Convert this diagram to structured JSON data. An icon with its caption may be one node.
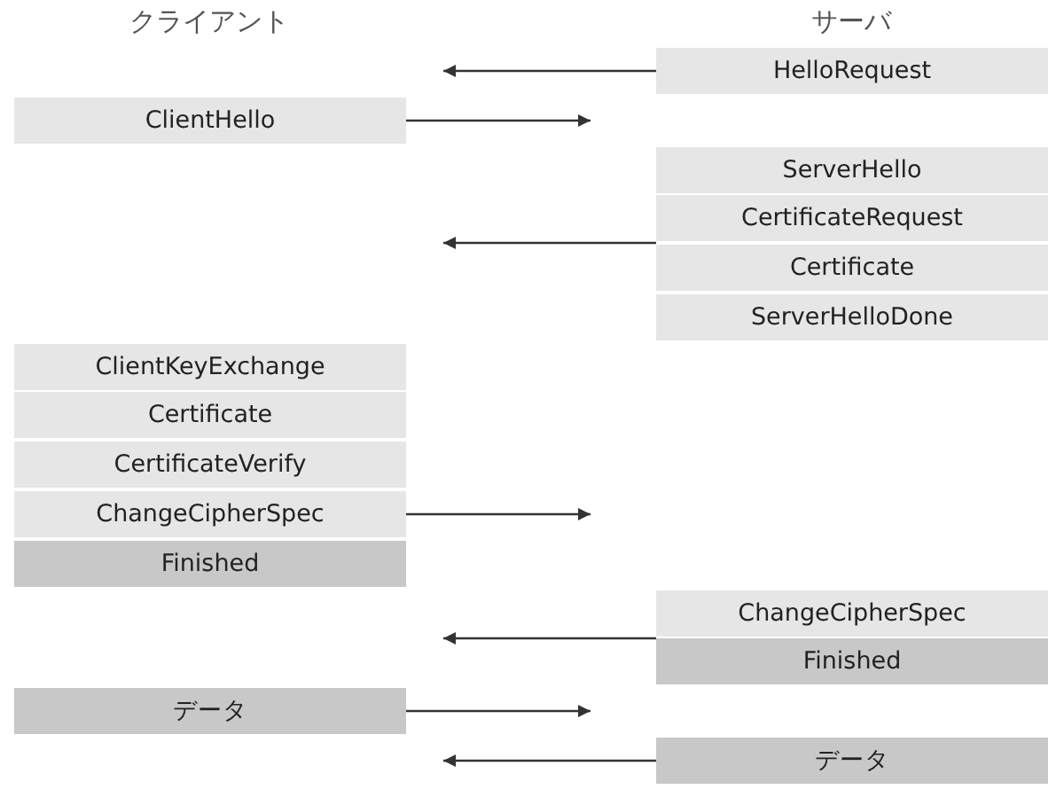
{
  "diagram": {
    "nodes": [
      {
        "text": [
          "HelloRequest"
        ]
      },
      {
        "text": [
          "ClientHello"
        ]
      },
      {
        "text": [
          "ServerHello"
        ]
      },
      {
        "text": [
          "CertificateRequest"
        ]
      },
      {
        "text": [
          "Certificate"
        ]
      },
      {
        "text": [
          "ServerHelloDone"
        ]
      },
      {
        "text": [
          "ClientKeyExchange"
        ]
      },
      {
        "text": [
          "Certificate"
        ]
      },
      {
        "text": [
          "CertificateVerify"
        ]
      },
      {
        "text": [
          "ChangeCipherSpec"
        ]
      },
      {
        "text": [
          "Finished"
        ]
      },
      {
        "text": [
          "ChangeCipherSpec"
        ]
      },
      {
        "text": [
          "Finished"
        ]
      },
      {
        "text": [
          "データ"
        ]
      },
      {
        "text": [
          "データ"
        ]
      }
    ],
    "edges": [
      {
        "from": 0,
        "to": null,
        "arrow": "to"
      },
      {
        "from": 1,
        "to": null,
        "arrow": "to"
      },
      {
        "from": 2,
        "to": null,
        "arrow": "to"
      },
      {
        "from": 3,
        "to": null,
        "arrow": "to"
      },
      {
        "from": 4,
        "to": null,
        "arrow": "to"
      },
      {
        "from": 5,
        "to": null,
        "arrow": "to"
      },
      {
        "from": 9,
        "to": null,
        "arrow": "to"
      },
      {
        "from": 11,
        "to": null,
        "arrow": "to"
      },
      {
        "from": 12,
        "to": null,
        "arrow": "to"
      },
      {
        "from": 13,
        "to": null,
        "arrow": "to"
      },
      {
        "from": 14,
        "to": null,
        "arrow": "to"
      }
    ],
    "labels": [
      "クライアント",
      "サーバ"
    ]
  }
}
